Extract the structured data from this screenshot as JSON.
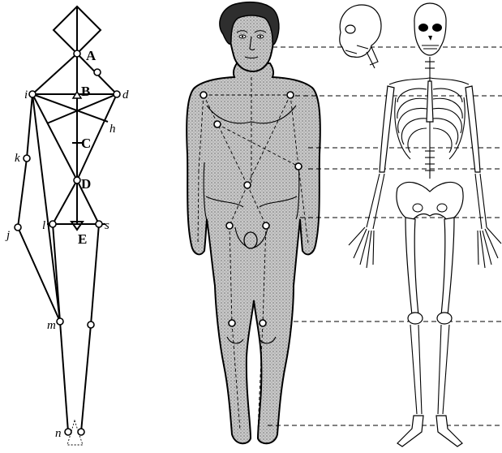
{
  "stick_figure": {
    "labels": {
      "A": "A",
      "B": "B",
      "C": "C",
      "D": "D",
      "E": "E",
      "i": "i",
      "d": "d",
      "h": "h",
      "k": "k",
      "j": "j",
      "l": "l",
      "s": "s",
      "m": "m",
      "n": "n"
    }
  },
  "colors": {
    "line": "#000000",
    "body_fill": "#b8b8b8",
    "hair": "#2e2e2e",
    "background": "#ffffff"
  }
}
